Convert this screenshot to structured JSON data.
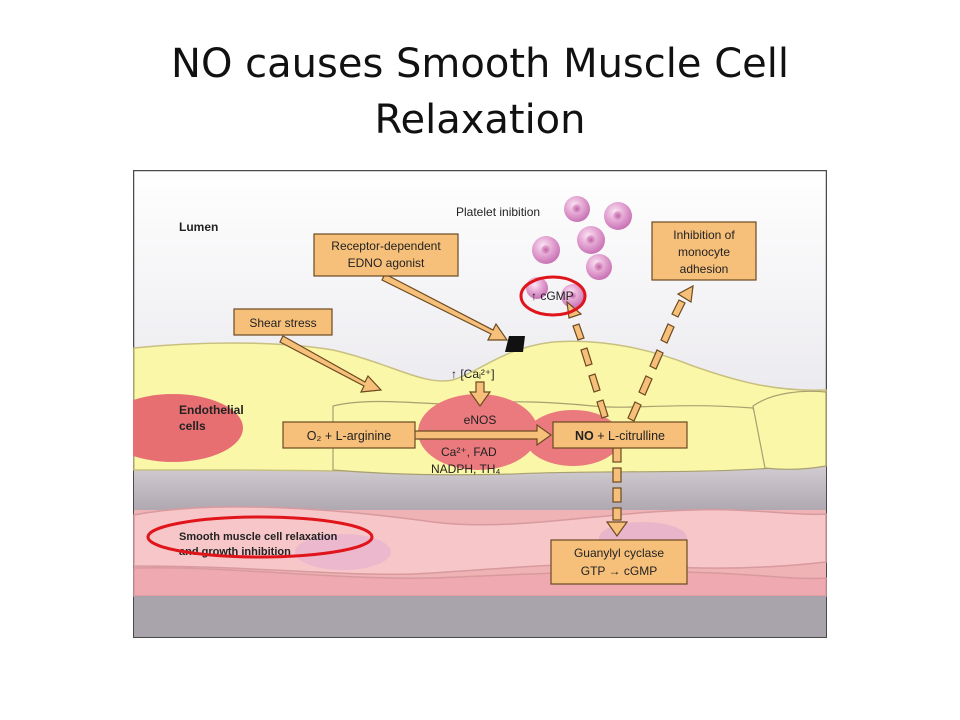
{
  "title": {
    "line1": "NO causes Smooth Muscle Cell",
    "line2": "Relaxation"
  },
  "diagram": {
    "region_labels": {
      "lumen": "Lumen",
      "endothelial": [
        "Endothelial",
        "cells"
      ],
      "smooth_muscle": [
        "Smooth muscle cell relaxation",
        "and growth inhibition"
      ]
    },
    "boxes": {
      "receptor": [
        "Receptor-dependent",
        "EDNO agonist"
      ],
      "shear": "Shear stress",
      "monocyte": [
        "Inhibition of",
        "monocyte",
        "adhesion"
      ],
      "arginine": "O₂ + L-arginine",
      "no_citrulline": {
        "bold": "NO",
        "rest": " + L-citrulline"
      },
      "guanylyl": [
        "Guanylyl cyclase",
        "GTP → cGMP"
      ]
    },
    "labels": {
      "platelet": "Platelet inibition",
      "cgmp_up": "↑ cGMP",
      "calcium": "↑ [Caᵢ²⁺]",
      "enos": "eNOS",
      "cofactors1": "Ca²⁺, FAD",
      "cofactors2": "NADPH, TH₄"
    },
    "colors": {
      "box_fill": "#f7c07a",
      "box_stroke": "#6b4a20",
      "endothelium": "#fbf7a8",
      "nucleus": "#ea7a7e",
      "muscle": "#f1b8ba",
      "highlight": "#e0151b",
      "platelet": "#d88ac4"
    }
  }
}
